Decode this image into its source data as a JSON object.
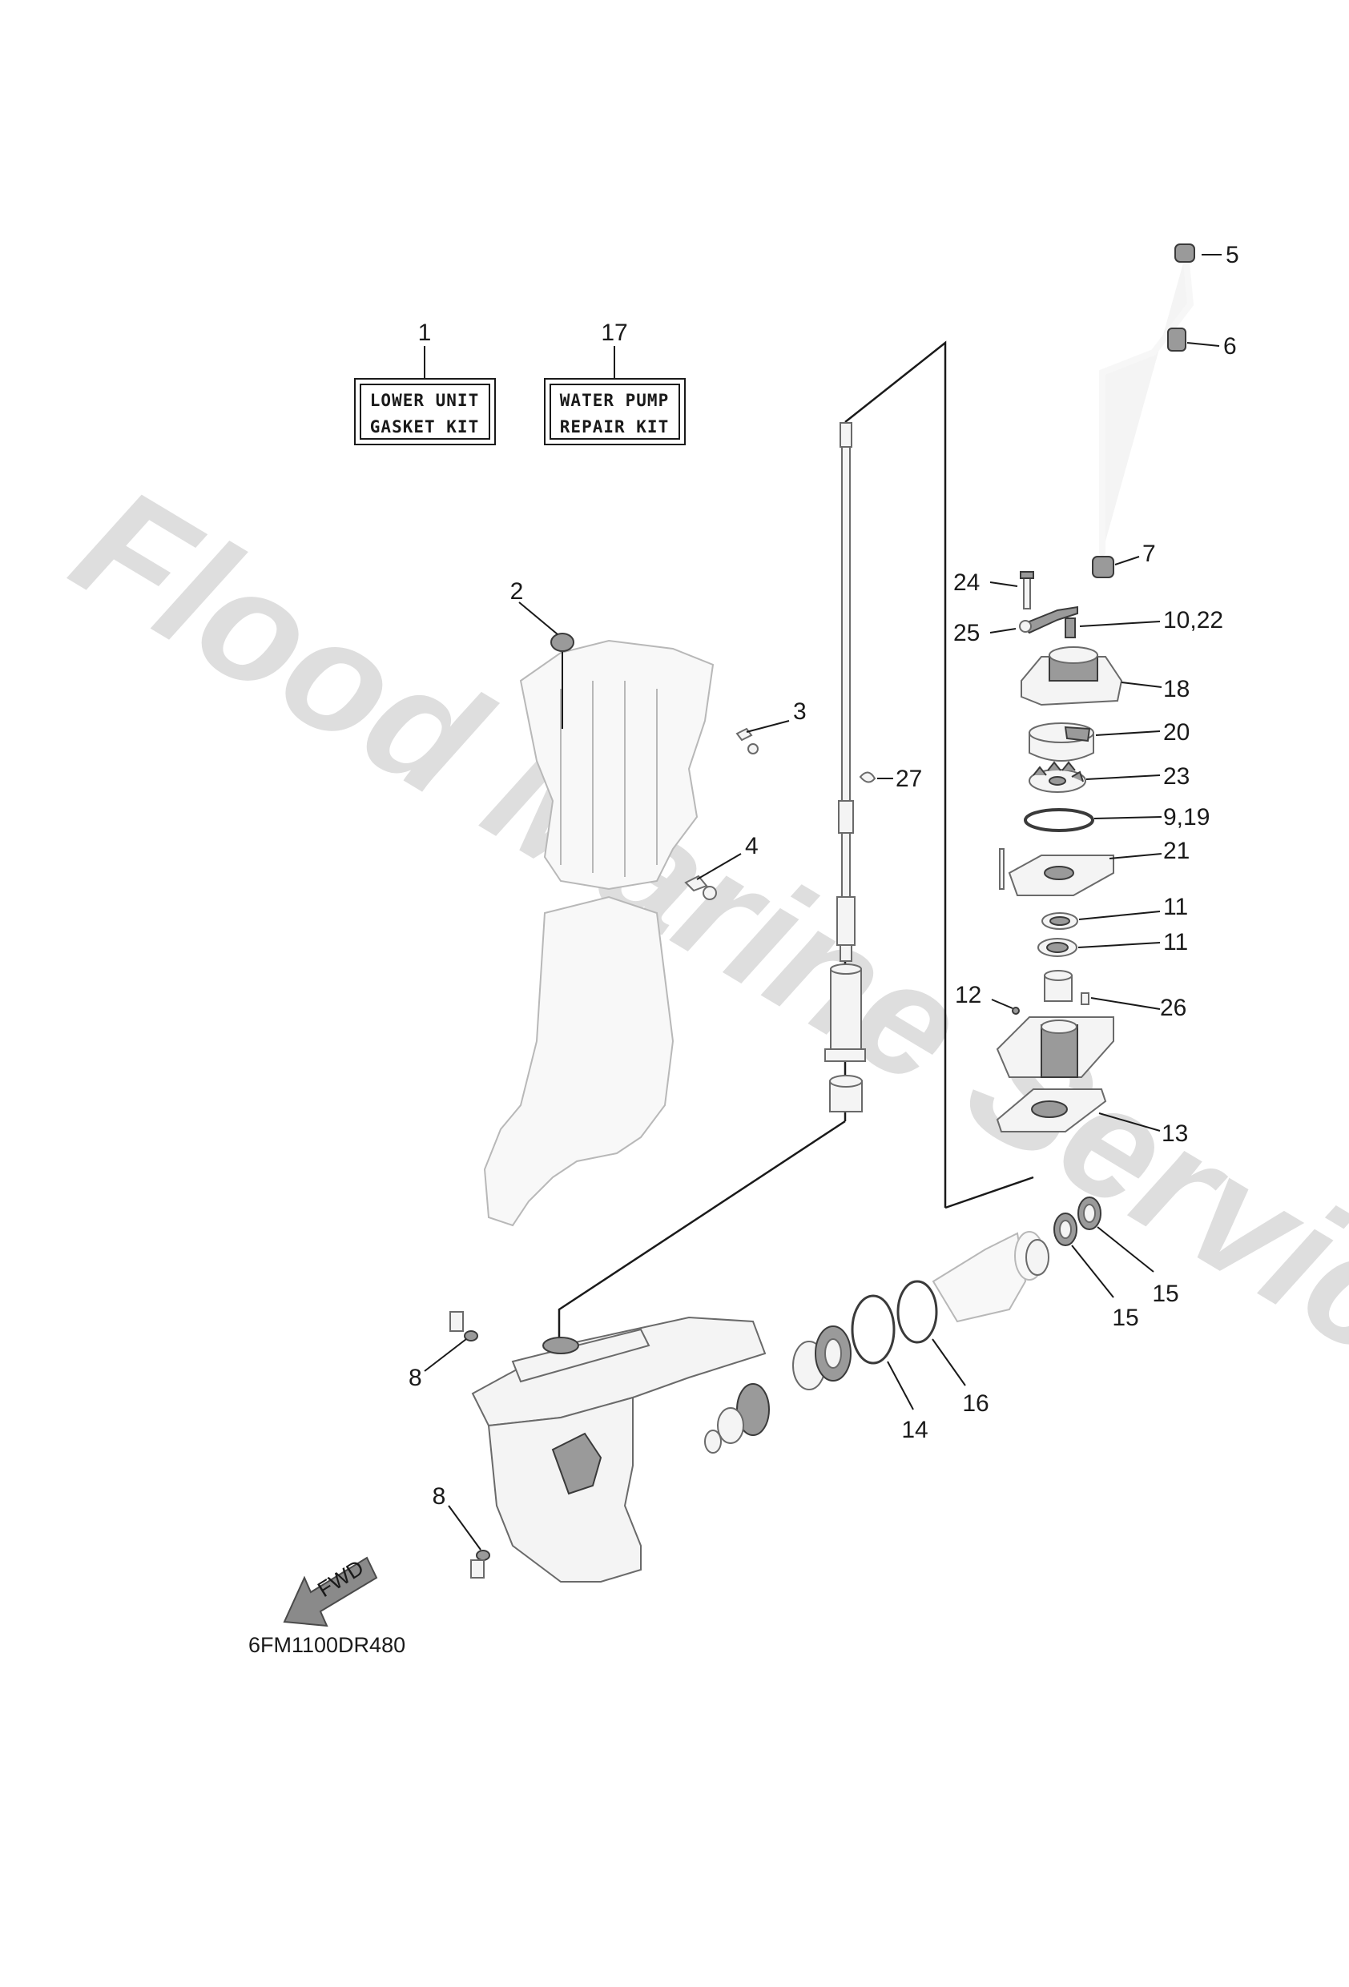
{
  "watermark": "Flood Marine Services",
  "diagram_code": "6FM1100DR480",
  "fwd_label": "FWD",
  "kits": [
    {
      "number": "1",
      "line1": "LOWER UNIT",
      "line2": "GASKET KIT"
    },
    {
      "number": "17",
      "line1": "WATER PUMP",
      "line2": "REPAIR KIT"
    }
  ],
  "callouts": [
    {
      "id": "2",
      "label": "2"
    },
    {
      "id": "3",
      "label": "3"
    },
    {
      "id": "4",
      "label": "4"
    },
    {
      "id": "5",
      "label": "5"
    },
    {
      "id": "6",
      "label": "6"
    },
    {
      "id": "7",
      "label": "7"
    },
    {
      "id": "24",
      "label": "24"
    },
    {
      "id": "25",
      "label": "25"
    },
    {
      "id": "10-22",
      "label": "10,22"
    },
    {
      "id": "18",
      "label": "18"
    },
    {
      "id": "20",
      "label": "20"
    },
    {
      "id": "23",
      "label": "23"
    },
    {
      "id": "9-19",
      "label": "9,19"
    },
    {
      "id": "21",
      "label": "21"
    },
    {
      "id": "11a",
      "label": "11"
    },
    {
      "id": "11b",
      "label": "11"
    },
    {
      "id": "12",
      "label": "12"
    },
    {
      "id": "26",
      "label": "26"
    },
    {
      "id": "13",
      "label": "13"
    },
    {
      "id": "27",
      "label": "27"
    },
    {
      "id": "15a",
      "label": "15"
    },
    {
      "id": "15b",
      "label": "15"
    },
    {
      "id": "16",
      "label": "16"
    },
    {
      "id": "14",
      "label": "14"
    },
    {
      "id": "8a",
      "label": "8"
    },
    {
      "id": "8b",
      "label": "8"
    }
  ]
}
